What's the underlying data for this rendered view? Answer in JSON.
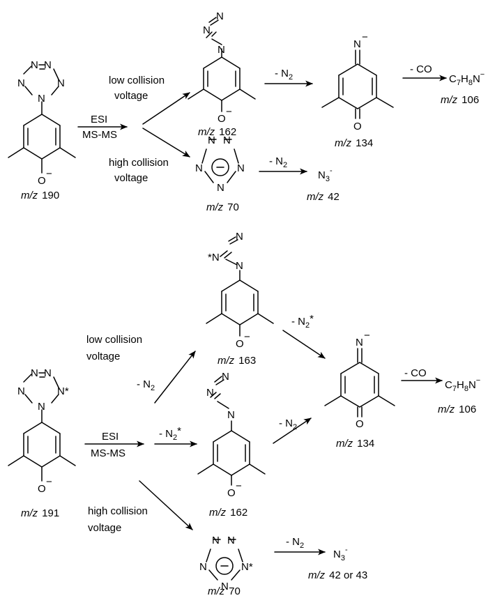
{
  "atoms": {
    "N": "N",
    "N_star": "N*",
    "star_N": "*N",
    "O": "O",
    "O_minus": "O",
    "charge_minus": "−",
    "charge_minus_ring": "−"
  },
  "top": {
    "start_mz": "190",
    "esi": "ESI",
    "msms": "MS-MS",
    "low": [
      "low collision",
      "voltage"
    ],
    "high": [
      "high collision",
      "voltage"
    ],
    "azide_mz": "162",
    "loss_n2": "N",
    "loss_n2_sub": "2",
    "quinone_mz": "134",
    "loss_co": "- CO",
    "product_c": "C",
    "product_7": "7",
    "product_h": "H",
    "product_8": "8",
    "product_n": "N",
    "product_mz": "106",
    "pentazole_mz": "70",
    "azide_ion": "N",
    "azide_ion_sub": "3",
    "azide_ion_charge": "-",
    "azide_ion_mz": "42"
  },
  "bottom": {
    "start_mz": "191",
    "esi": "ESI",
    "msms": "MS-MS",
    "low": [
      "low collision",
      "voltage"
    ],
    "high": [
      "high collision",
      "voltage"
    ],
    "azide_a_mz": "163",
    "azide_b_mz": "162",
    "quinone_mz": "134",
    "loss_co": "- CO",
    "product_mz": "106",
    "pentazole_mz": "70",
    "azide_ion_mz": "42 or 43"
  },
  "labels": {
    "mz_prefix": "m/z",
    "minus": "- ",
    "star": "*"
  }
}
